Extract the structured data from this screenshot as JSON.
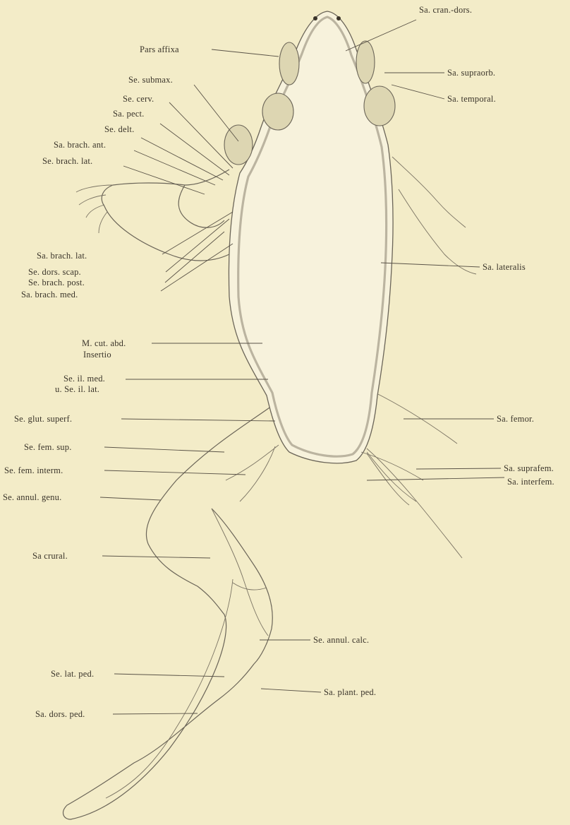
{
  "figure": {
    "labels": {
      "cran_dors": "Sa. cran.-dors.",
      "pars_affixa": "Pars affixa",
      "supraorb": "Sa. supraorb.",
      "temporal": "Sa. temporal.",
      "submax": "Se. submax.",
      "cerv": "Se. cerv.",
      "pect": "Sa. pect.",
      "delt": "Se. delt.",
      "brach_ant": "Sa. brach. ant.",
      "brach_lat_se": "Se. brach. lat.",
      "brach_lat_sa": "Sa. brach. lat.",
      "dors_scap": "Se. dors. scap.",
      "brach_post": "Se. brach. post.",
      "brach_med": "Sa. brach. med.",
      "lateralis": "Sa. lateralis",
      "cut_abd": "M. cut. abd.",
      "insertio": "Insertio",
      "il_med": "Se. il. med.",
      "il_lat": "u. Se. il. lat.",
      "glut_superf": "Se. glut. superf.",
      "femor": "Sa. femor.",
      "fem_sup": "Se. fem. sup.",
      "fem_interm": "Se. fem. interm.",
      "suprafem": "Sa. suprafem.",
      "interfem": "Sa. interfem.",
      "annul_genu": "Se. annul. genu.",
      "crural": "Sa crural.",
      "annul_calc": "Se. annul. calc.",
      "lat_ped": "Se. lat. ped.",
      "plant_ped": "Sa. plant. ped.",
      "dors_ped": "Sa. dors. ped."
    }
  }
}
